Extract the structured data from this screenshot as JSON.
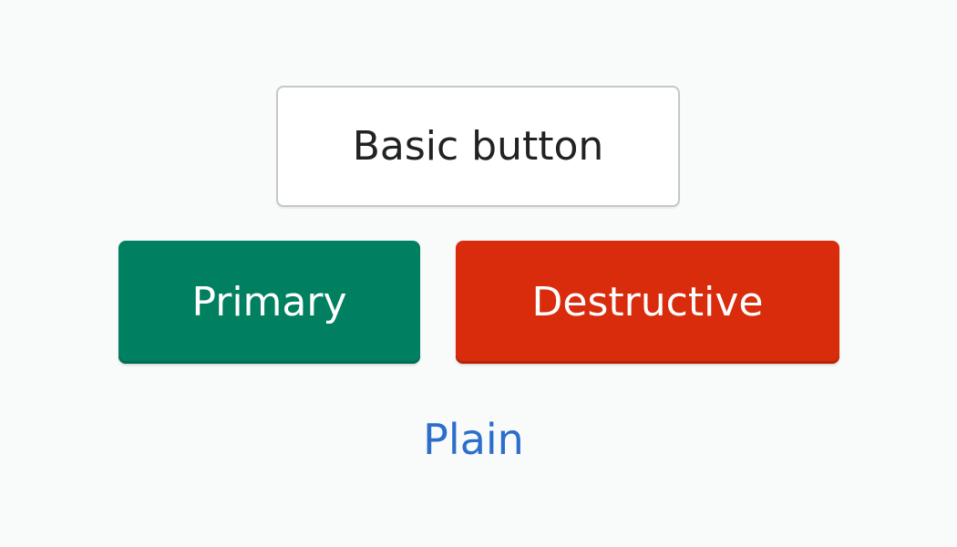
{
  "buttons": {
    "basic_label": "Basic button",
    "primary_label": "Primary",
    "destructive_label": "Destructive",
    "plain_label": "Plain"
  },
  "colors": {
    "background": "#f9fafa",
    "primary": "#008060",
    "destructive": "#d82c0d",
    "plain_link": "#2c6ecb",
    "basic_border": "#c4c7cb",
    "text_dark": "#202223"
  }
}
